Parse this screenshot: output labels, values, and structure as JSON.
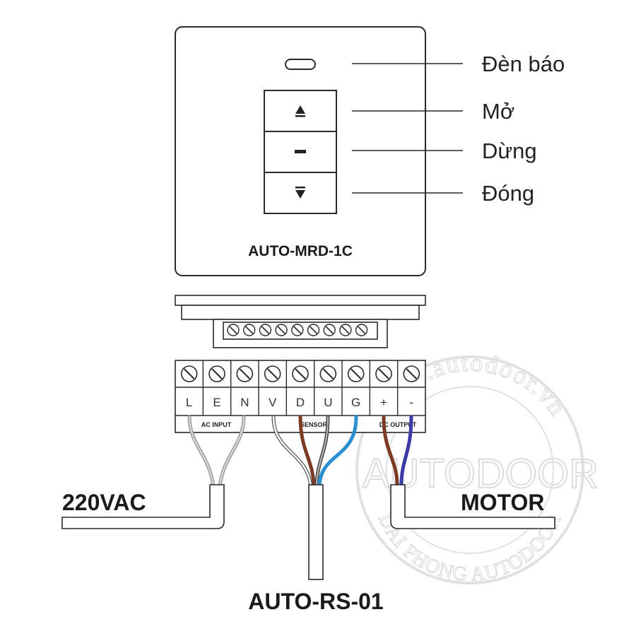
{
  "device": {
    "model": "AUTO-MRD-1C",
    "labels": {
      "indicator": "Đèn báo",
      "open": "Mở",
      "stop": "Dừng",
      "close": "Đóng"
    },
    "buttons": [
      {
        "name": "open",
        "icon": "eject-up-icon"
      },
      {
        "name": "stop",
        "icon": "minus-icon"
      },
      {
        "name": "close",
        "icon": "eject-down-icon"
      }
    ]
  },
  "terminals": [
    "L",
    "E",
    "N",
    "V",
    "D",
    "U",
    "G",
    "+",
    "-"
  ],
  "terminal_groups": [
    "AC INPUT",
    "SENSOR",
    "DC OUTPUT"
  ],
  "cables": {
    "power": "220VAC",
    "sensor": "AUTO-RS-01",
    "motor": "MOTOR"
  },
  "watermark": {
    "url": "www.autodoor.vn",
    "brand": "AUTODOOR",
    "company": "DAI PHONG AUTODOOR"
  },
  "colors": {
    "wire_brown": "#7b3b24",
    "wire_blue": "#2a8fd0",
    "wire_grey": "#9a9a9a",
    "wire_dark_blue": "#3a3aa8",
    "watermark": "#c8c8c8"
  }
}
